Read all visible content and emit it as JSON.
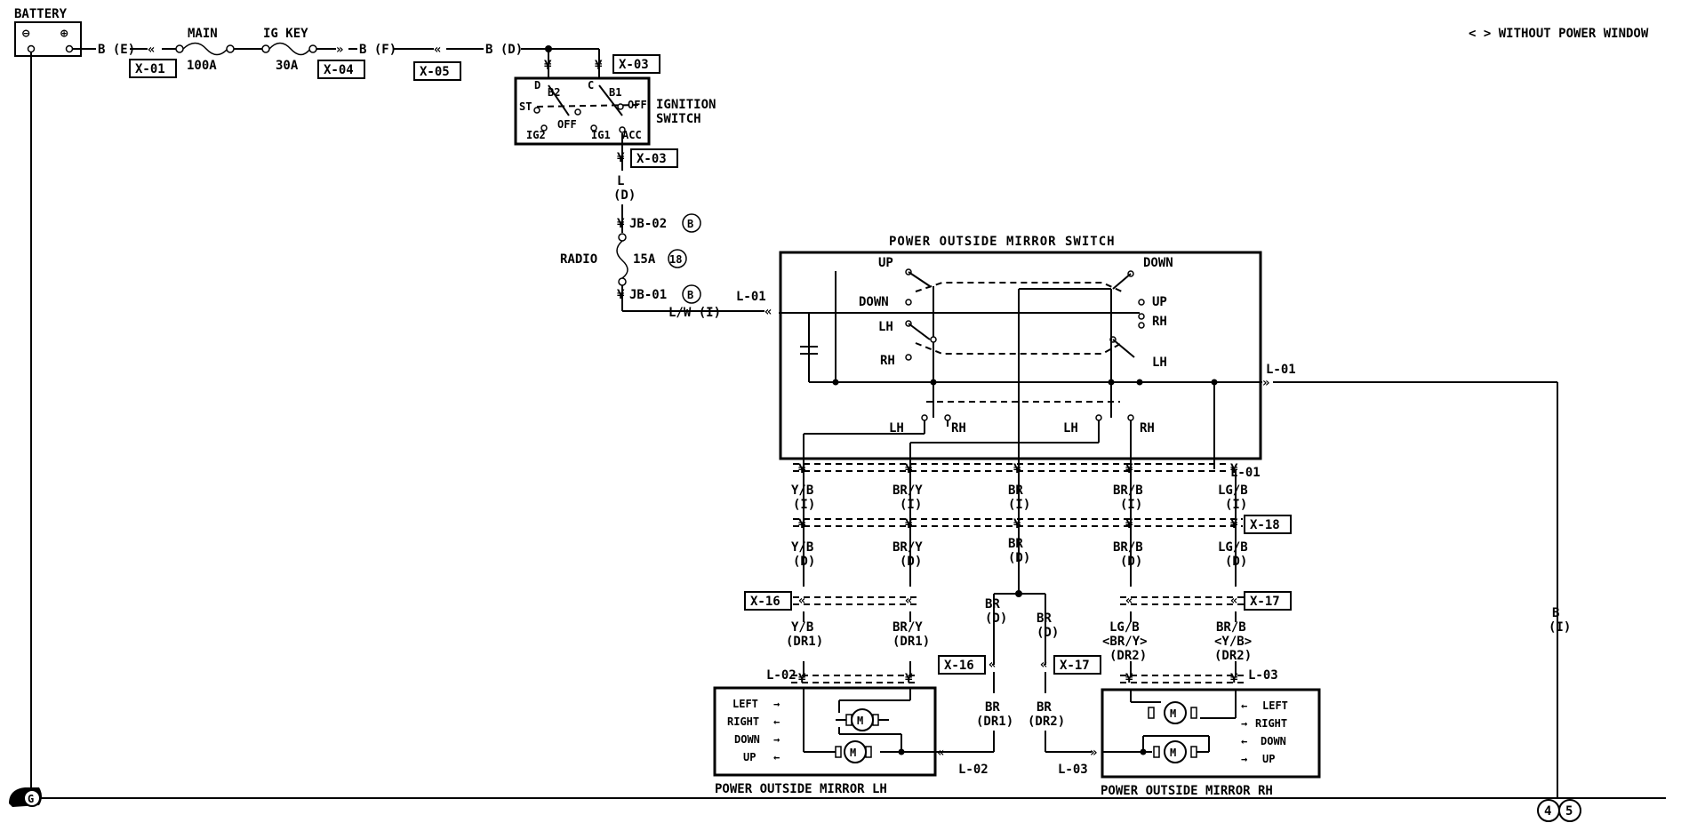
{
  "header": {
    "note": "< > WITHOUT POWER WINDOW"
  },
  "battery": {
    "label": "BATTERY",
    "neg": "⊖",
    "pos": "⊕"
  },
  "supply": {
    "b_e": "B (E)",
    "b_f": "B (F)",
    "b_d": "B (D)",
    "main_label": "MAIN",
    "main_rating": "100A",
    "igkey_label": "IG KEY",
    "igkey_rating": "30A"
  },
  "tags": {
    "x01": "X-01",
    "x04": "X-04",
    "x05": "X-05",
    "x03_top": "X-03",
    "x03_bot": "X-03",
    "x18": "X-18",
    "x16_a": "X-16",
    "x17_a": "X-17",
    "x16_b": "X-16",
    "x17_b": "X-17"
  },
  "ignition": {
    "title_1": "IGNITION",
    "title_2": "SWITCH",
    "d": "D",
    "c": "C",
    "b2": "B2",
    "b1": "B1",
    "st": "ST",
    "off_l": "OFF",
    "off_r": "OFF",
    "ig2": "IG2",
    "ig1": "IG1",
    "acc": "ACC"
  },
  "fuse_radio": {
    "wire_l": "L",
    "wire_d": "(D)",
    "jb02": "JB-02",
    "jb02_circ": "B",
    "name": "RADIO",
    "rating": "15A",
    "num": "18",
    "jb01": "JB-01",
    "jb01_circ": "B",
    "feed": "L/W (I)",
    "conn": "L-01"
  },
  "mirror_switch": {
    "title": "POWER OUTSIDE MIRROR SWITCH",
    "up_l": "UP",
    "down_l": "DOWN",
    "lh_l": "LH",
    "rh_l": "RH",
    "down_r": "DOWN",
    "up_r": "UP",
    "rh_r": "RH",
    "lh_r": "LH",
    "sel_lh1": "LH",
    "sel_rh1": "RH",
    "sel_lh2": "LH",
    "sel_rh2": "RH",
    "out_conn": "L-01",
    "bot_conn": "L-01"
  },
  "wires": {
    "c1": {
      "color": "Y/B",
      "r1": "(I)",
      "r2": "Y/B",
      "r3": "(D)",
      "r4": "Y/B",
      "r5": "(DR1)"
    },
    "c2": {
      "color": "BR/Y",
      "r1": "(I)",
      "r2": "BR/Y",
      "r3": "(D)",
      "r4": "BR/Y",
      "r5": "(DR1)"
    },
    "c3": {
      "color": "BR",
      "r1": "(I)",
      "r2": "BR",
      "r3": "(D)"
    },
    "c3l": {
      "a": "BR",
      "b": "(D)",
      "c": "BR",
      "d": "(DR1)"
    },
    "c3r": {
      "a": "BR",
      "b": "(D)",
      "c": "BR",
      "d": "(DR2)"
    },
    "c4": {
      "color": "BR/B",
      "r1": "(I)",
      "r2": "BR/B",
      "r3": "(D)",
      "r4": "LG/B",
      "r5": "<BR/Y>",
      "r6": "(DR2)"
    },
    "c5": {
      "color": "LG/B",
      "r1": "(I)",
      "r2": "LG/B",
      "r3": "(D)",
      "r4": "BR/B",
      "r5": "<Y/B>",
      "r6": "(DR2)"
    },
    "ground_feed": {
      "a": "B",
      "b": "(I)"
    }
  },
  "mirror_lh": {
    "title": "POWER OUTSIDE MIRROR LH",
    "conn_top": "L-02",
    "conn_side": "L-02",
    "left": "LEFT",
    "right": "RIGHT",
    "down": "DOWN",
    "up": "UP",
    "motor": "M",
    "arr_right": "→",
    "arr_left": "←"
  },
  "mirror_rh": {
    "title": "POWER OUTSIDE MIRROR RH",
    "conn_top": "L-03",
    "conn_side": "L-03",
    "left": "LEFT",
    "right": "RIGHT",
    "down": "DOWN",
    "up": "UP",
    "motor": "M",
    "arr_right": "→",
    "arr_left": "←"
  },
  "ground": {
    "symbol": "G",
    "ref_a": "4",
    "ref_b": "5"
  }
}
